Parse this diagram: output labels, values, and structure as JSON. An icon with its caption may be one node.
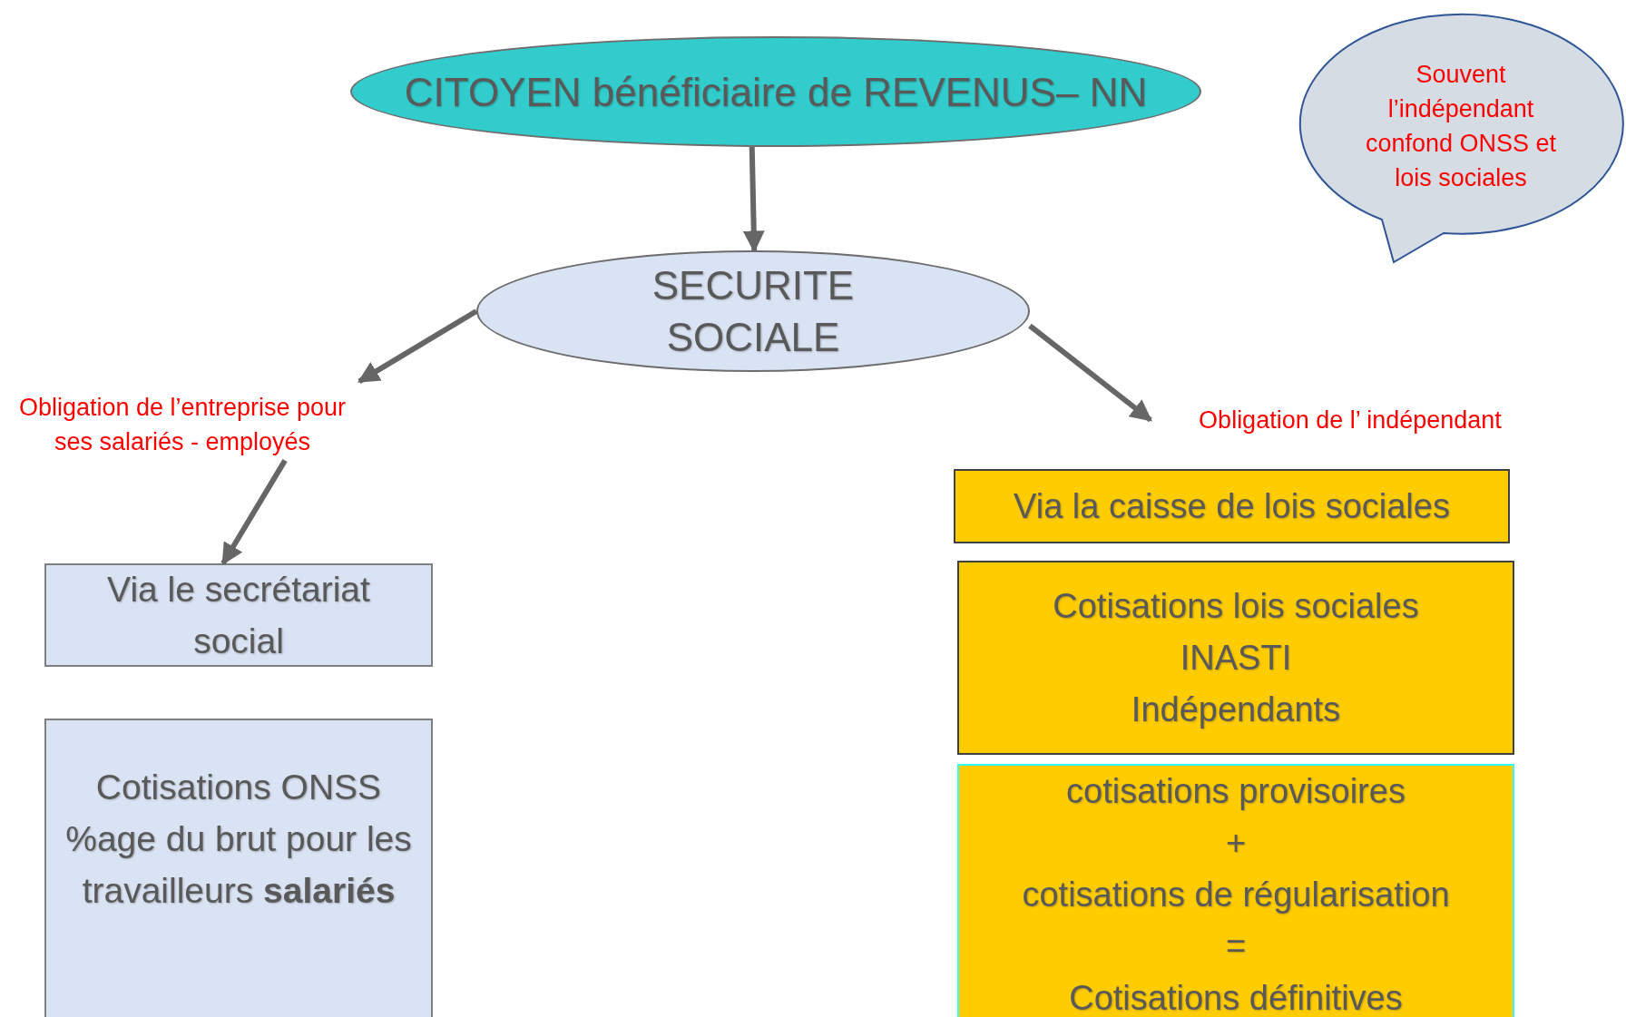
{
  "diagram": {
    "nodes": [
      {
        "text": [
          "CITOYEN bénéficiaire de REVENUS– NN"
        ]
      },
      {
        "text": [
          "SECURITE SOCIALE"
        ]
      },
      {
        "text": [
          "Obligation de l’entreprise pour ses salariés - employés"
        ]
      },
      {
        "text": [
          "Obligation de l’ indépendant"
        ]
      },
      {
        "text": [
          "Via le secrétariat social"
        ]
      },
      {
        "text": [
          "Cotisations ONSS %age du brut pour les travailleurs **salariés**"
        ]
      },
      {
        "text": [
          "Via la caisse de lois sociales"
        ]
      },
      {
        "text": [
          "Cotisations lois sociales",
          "INASTI",
          "Indépendants"
        ]
      },
      {
        "text": [
          "cotisations provisoires",
          "+",
          "cotisations de régularisation",
          "=",
          "Cotisations définitives"
        ]
      },
      {
        "text": [
          "Souvent l’indépendant confond ONSS et lois sociales"
        ]
      }
    ],
    "edges": [
      {
        "from": 0,
        "to": 1,
        "arrow": "to"
      },
      {
        "from": 1,
        "to": 2,
        "arrow": "to"
      },
      {
        "from": 1,
        "to": 3,
        "arrow": "to"
      },
      {
        "from": 2,
        "to": 4,
        "arrow": "to"
      }
    ]
  }
}
